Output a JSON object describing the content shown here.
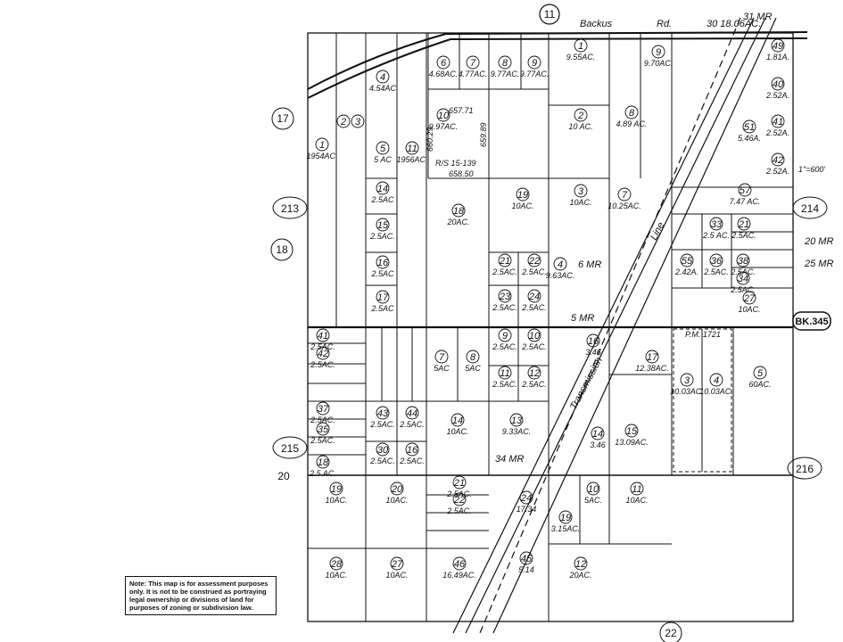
{
  "top_label": "(11)",
  "road_name": "Backus",
  "road_abbrev": "Rd.",
  "adjacent_maps": {
    "left_upper": "17",
    "left_213": "213",
    "left_18": "18",
    "left_215": "215",
    "left_20": "20",
    "right_214": "214",
    "right_216": "216",
    "bottom_22": "22"
  },
  "book_label": "BK.345",
  "scale": "1\"=600'",
  "transmission_label": "Transmission",
  "line_label": "Line",
  "rs_label": "R/S 15-139",
  "pm_label": "P.M. 1721",
  "survey_numbers": [
    "657.71",
    "660.29",
    "659.89",
    "658.50"
  ],
  "parcels": [
    {
      "id": "1",
      "ac": "1954AC."
    },
    {
      "id": "2",
      "ac": ""
    },
    {
      "id": "3",
      "ac": ""
    },
    {
      "id": "4",
      "ac": "4.54AC"
    },
    {
      "id": "5",
      "ac": "5 AC"
    },
    {
      "id": "11",
      "ac": "1956AC."
    },
    {
      "id": "6",
      "ac": "4.68AC."
    },
    {
      "id": "7",
      "ac": "4.77AC."
    },
    {
      "id": "8",
      "ac": "9.77AC."
    },
    {
      "id": "9",
      "ac": "9.77AC."
    },
    {
      "id": "10",
      "ac": "9.97AC."
    },
    {
      "id": "1",
      "ac": "9.55AC."
    },
    {
      "id": "2",
      "ac": "10 AC."
    },
    {
      "id": "9",
      "ac": "9.70AC."
    },
    {
      "id": "8",
      "ac": "4.89 AC."
    },
    {
      "id": "7",
      "ac": "10.25AC."
    },
    {
      "id": "3",
      "ac": "10AC."
    },
    {
      "id": "19",
      "ac": "10AC."
    },
    {
      "id": "18",
      "ac": "20AC."
    },
    {
      "id": "14",
      "ac": "2.5AC"
    },
    {
      "id": "15",
      "ac": "2.5AC."
    },
    {
      "id": "16",
      "ac": "2.5AC"
    },
    {
      "id": "17",
      "ac": "2.5AC"
    },
    {
      "id": "21",
      "ac": "2.5AC."
    },
    {
      "id": "22",
      "ac": "2.5AC."
    },
    {
      "id": "23",
      "ac": "2.5AC."
    },
    {
      "id": "24",
      "ac": "2.5AC."
    },
    {
      "id": "4",
      "ac": "9.63AC."
    },
    {
      "id": "51",
      "ac": "5.46A."
    },
    {
      "id": "57",
      "ac": "7.47 AC."
    },
    {
      "id": "21",
      "ac": "2.5AC."
    },
    {
      "id": "33",
      "ac": "2.5 AC."
    },
    {
      "id": "38",
      "ac": "2.5AC."
    },
    {
      "id": "55",
      "ac": "2.42A."
    },
    {
      "id": "36",
      "ac": "2.5AC."
    },
    {
      "id": "34",
      "ac": "2.5AC."
    },
    {
      "id": "27",
      "ac": "10AC."
    },
    {
      "id": "49",
      "ac": "1.81A."
    },
    {
      "id": "40",
      "ac": "2.52A."
    },
    {
      "id": "41",
      "ac": "2.52A."
    },
    {
      "id": "42",
      "ac": "2.52A."
    },
    {
      "id": "41",
      "ac": "2.5AC."
    },
    {
      "id": "42",
      "ac": "2.5AC."
    },
    {
      "id": "37",
      "ac": "2.5AC."
    },
    {
      "id": "35",
      "ac": "2.5AC."
    },
    {
      "id": "18",
      "ac": "2.5 AC."
    },
    {
      "id": "43",
      "ac": "2.5AC."
    },
    {
      "id": "44",
      "ac": "2.5AC."
    },
    {
      "id": "30",
      "ac": "2.5AC."
    },
    {
      "id": "16",
      "ac": "2.5AC."
    },
    {
      "id": "7",
      "ac": "5AC"
    },
    {
      "id": "8",
      "ac": "5AC"
    },
    {
      "id": "9",
      "ac": "2.5AC."
    },
    {
      "id": "10",
      "ac": "2.5AC."
    },
    {
      "id": "11",
      "ac": "2.5AC."
    },
    {
      "id": "12",
      "ac": "2.5AC."
    },
    {
      "id": "14",
      "ac": "10AC."
    },
    {
      "id": "13",
      "ac": "9.33AC."
    },
    {
      "id": "16",
      "ac": "3.46"
    },
    {
      "id": "17",
      "ac": "12.38AC."
    },
    {
      "id": "14",
      "ac": "3.46"
    },
    {
      "id": "15",
      "ac": "13.09AC."
    },
    {
      "id": "3",
      "ac": "10.03AC."
    },
    {
      "id": "4",
      "ac": "10.03AC."
    },
    {
      "id": "5",
      "ac": "60AC."
    },
    {
      "id": "19",
      "ac": "10AC."
    },
    {
      "id": "20",
      "ac": "10AC."
    },
    {
      "id": "21",
      "ac": "2.5AC."
    },
    {
      "id": "22",
      "ac": "2.5AC."
    },
    {
      "id": "24",
      "ac": "17.34"
    },
    {
      "id": "10",
      "ac": "5AC."
    },
    {
      "id": "11",
      "ac": "10AC."
    },
    {
      "id": "19",
      "ac": "3.15AC."
    },
    {
      "id": "28",
      "ac": "10AC."
    },
    {
      "id": "27",
      "ac": "10AC."
    },
    {
      "id": "46",
      "ac": "16.49AC."
    },
    {
      "id": "45",
      "ac": "5.14"
    },
    {
      "id": "12",
      "ac": "20AC."
    }
  ],
  "mr_labels": [
    "6 MR",
    "5 MR",
    "34 MR",
    "20 MR",
    "25 MR",
    "31 MR",
    "30 18.06AC."
  ],
  "note": "Note: This map is for assessment purposes only. It is not to be construed as portraying legal ownership or divisions of land for purposes of zoning or subdivision law."
}
